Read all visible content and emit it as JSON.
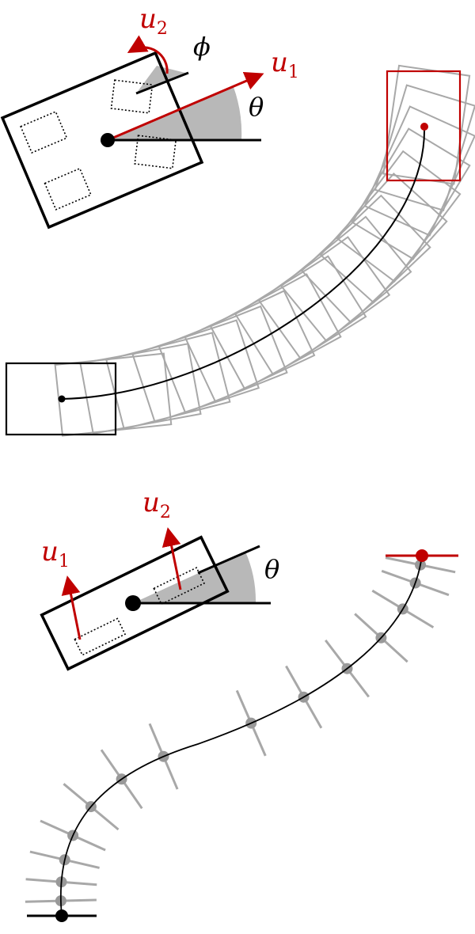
{
  "colors": {
    "accent": "#c00000",
    "ink": "#000000",
    "ghost": "#a8a8a8",
    "shade": "#b8b8b8"
  },
  "top_diagram": {
    "control_1": {
      "symbol": "u",
      "index": "1"
    },
    "control_2": {
      "symbol": "u",
      "index": "2"
    },
    "heading_angle": "θ",
    "steering_angle": "ϕ",
    "body_icon": "car-body-icon",
    "wheel_icon": "wheel-outline-icon"
  },
  "bottom_diagram": {
    "control_1": {
      "symbol": "u",
      "index": "1"
    },
    "control_2": {
      "symbol": "u",
      "index": "2"
    },
    "heading_angle": "θ",
    "body_icon": "differential-drive-body-icon",
    "wheel_icon": "wheel-outline-icon"
  }
}
